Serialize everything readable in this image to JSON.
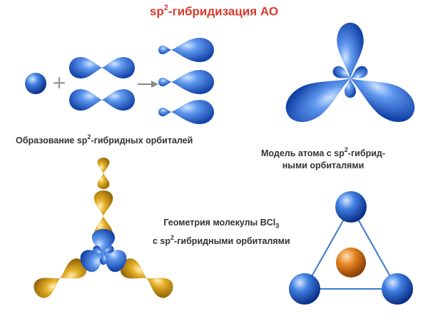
{
  "title": {
    "pre": "sp",
    "sup": "2",
    "post": "-гибридизация АО"
  },
  "plus_sign": "+",
  "cap_formation": {
    "pre": "Образование sp",
    "sup": "2",
    "post": "-гибридных орбиталей"
  },
  "cap_model": {
    "line1_pre": "Модель атома с sp",
    "line1_sup": "2",
    "line1_post": "-гибрид-",
    "line2": "ными орбиталями"
  },
  "cap_geometry": {
    "line1_pre": "Геометрия молекулы BCl",
    "line1_sub": "3",
    "line2_pre": "с sp",
    "line2_sup": "2",
    "line2_post": "-гибридными орбиталями"
  },
  "colors": {
    "title": "#d9382a",
    "orbital_blue": "#2f6fd8",
    "orbital_gold": "#d9a61c",
    "boron_atom": "#e07a1c",
    "bond_line": "#3a78c8",
    "caption_text": "#333333"
  },
  "panels": {
    "formation": "s-orbital + two p-orbitals → three sp2 hybrid orbitals",
    "model": "trigonal planar sp2 hybrid orbitals",
    "geometry": "BCl3 orbital overlap",
    "ball_model": "triangle of three chlorine atoms around boron"
  }
}
